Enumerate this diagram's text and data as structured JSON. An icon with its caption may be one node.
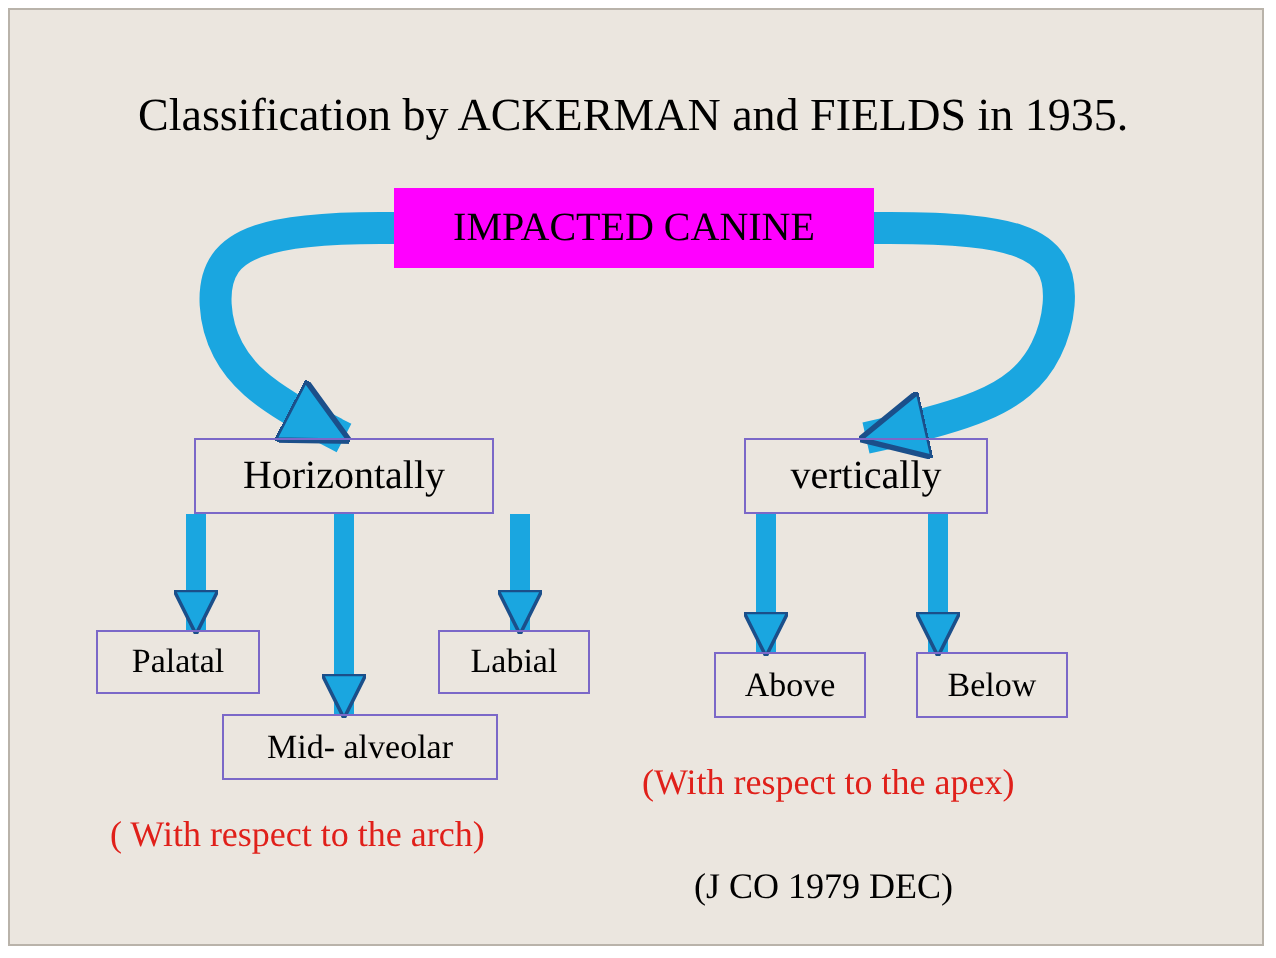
{
  "diagram": {
    "title": "Classification by ACKERMAN  and  FIELDS in 1935.",
    "nodes": [
      {
        "text": [
          "IMPACTED CANINE"
        ]
      },
      {
        "text": [
          "Horizontally"
        ]
      },
      {
        "text": [
          "vertically"
        ]
      },
      {
        "text": [
          "Palatal"
        ]
      },
      {
        "text": [
          "Mid- alveolar"
        ]
      },
      {
        "text": [
          "Labial"
        ]
      },
      {
        "text": [
          "Above"
        ]
      },
      {
        "text": [
          "Below"
        ]
      }
    ],
    "edges": [
      {
        "from": 0,
        "to": 1,
        "arrow": "to"
      },
      {
        "from": 0,
        "to": 2,
        "arrow": "to"
      },
      {
        "from": 1,
        "to": 3,
        "arrow": "to"
      },
      {
        "from": 1,
        "to": 4,
        "arrow": "to"
      },
      {
        "from": 1,
        "to": 5,
        "arrow": "to"
      },
      {
        "from": 2,
        "to": 6,
        "arrow": "to"
      },
      {
        "from": 2,
        "to": 7,
        "arrow": "to"
      }
    ],
    "labels": [
      "( With respect to the arch)",
      "(With respect to the apex)",
      "(J CO 1979 DEC)"
    ]
  }
}
